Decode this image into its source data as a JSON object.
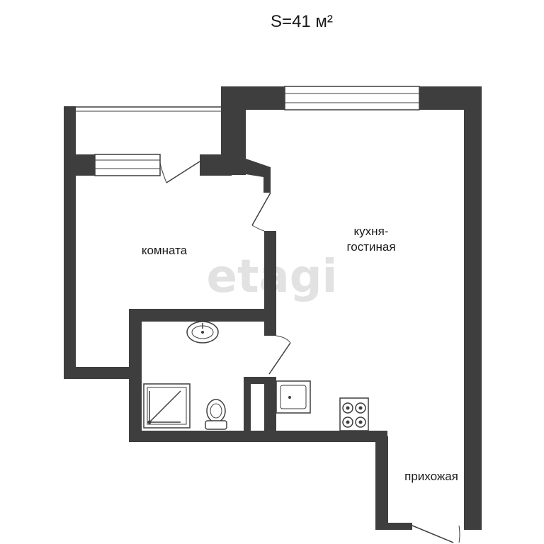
{
  "area": "S=41 м²",
  "rooms": {
    "room": "комната",
    "kitchen_line1": "кухня-",
    "kitchen_line2": "гостиная",
    "hallway": "прихожая"
  },
  "watermark": "etagi",
  "colors": {
    "wall": "#3e3e3e",
    "background": "#ffffff",
    "watermark": "#e2e2e2"
  }
}
